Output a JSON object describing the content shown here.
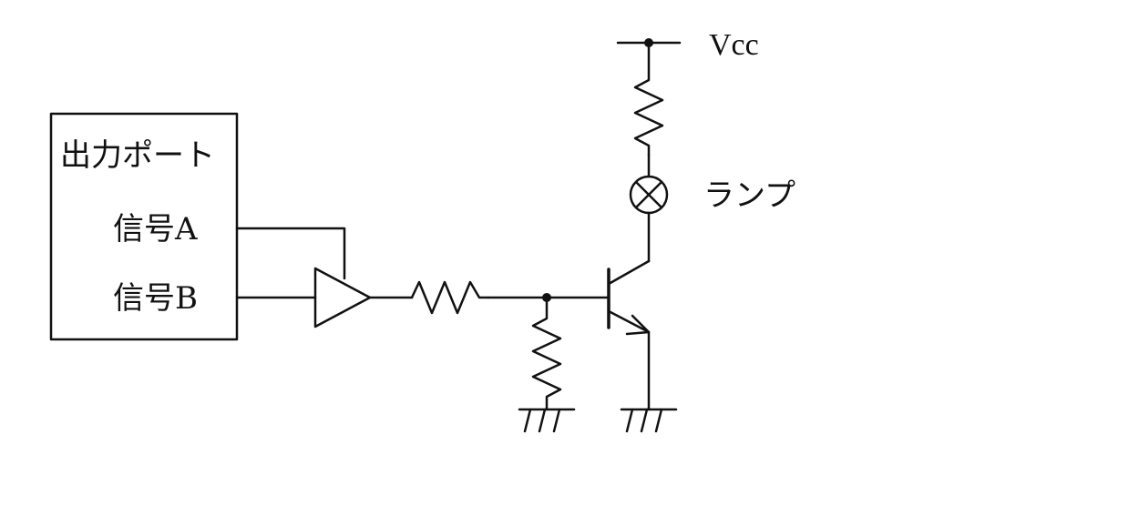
{
  "diagram": {
    "output_port": {
      "title": "出力ポート",
      "signal_a_label": "信号A",
      "signal_b_label": "信号B"
    },
    "supply_label": "Vcc",
    "lamp_label": "ランプ"
  }
}
